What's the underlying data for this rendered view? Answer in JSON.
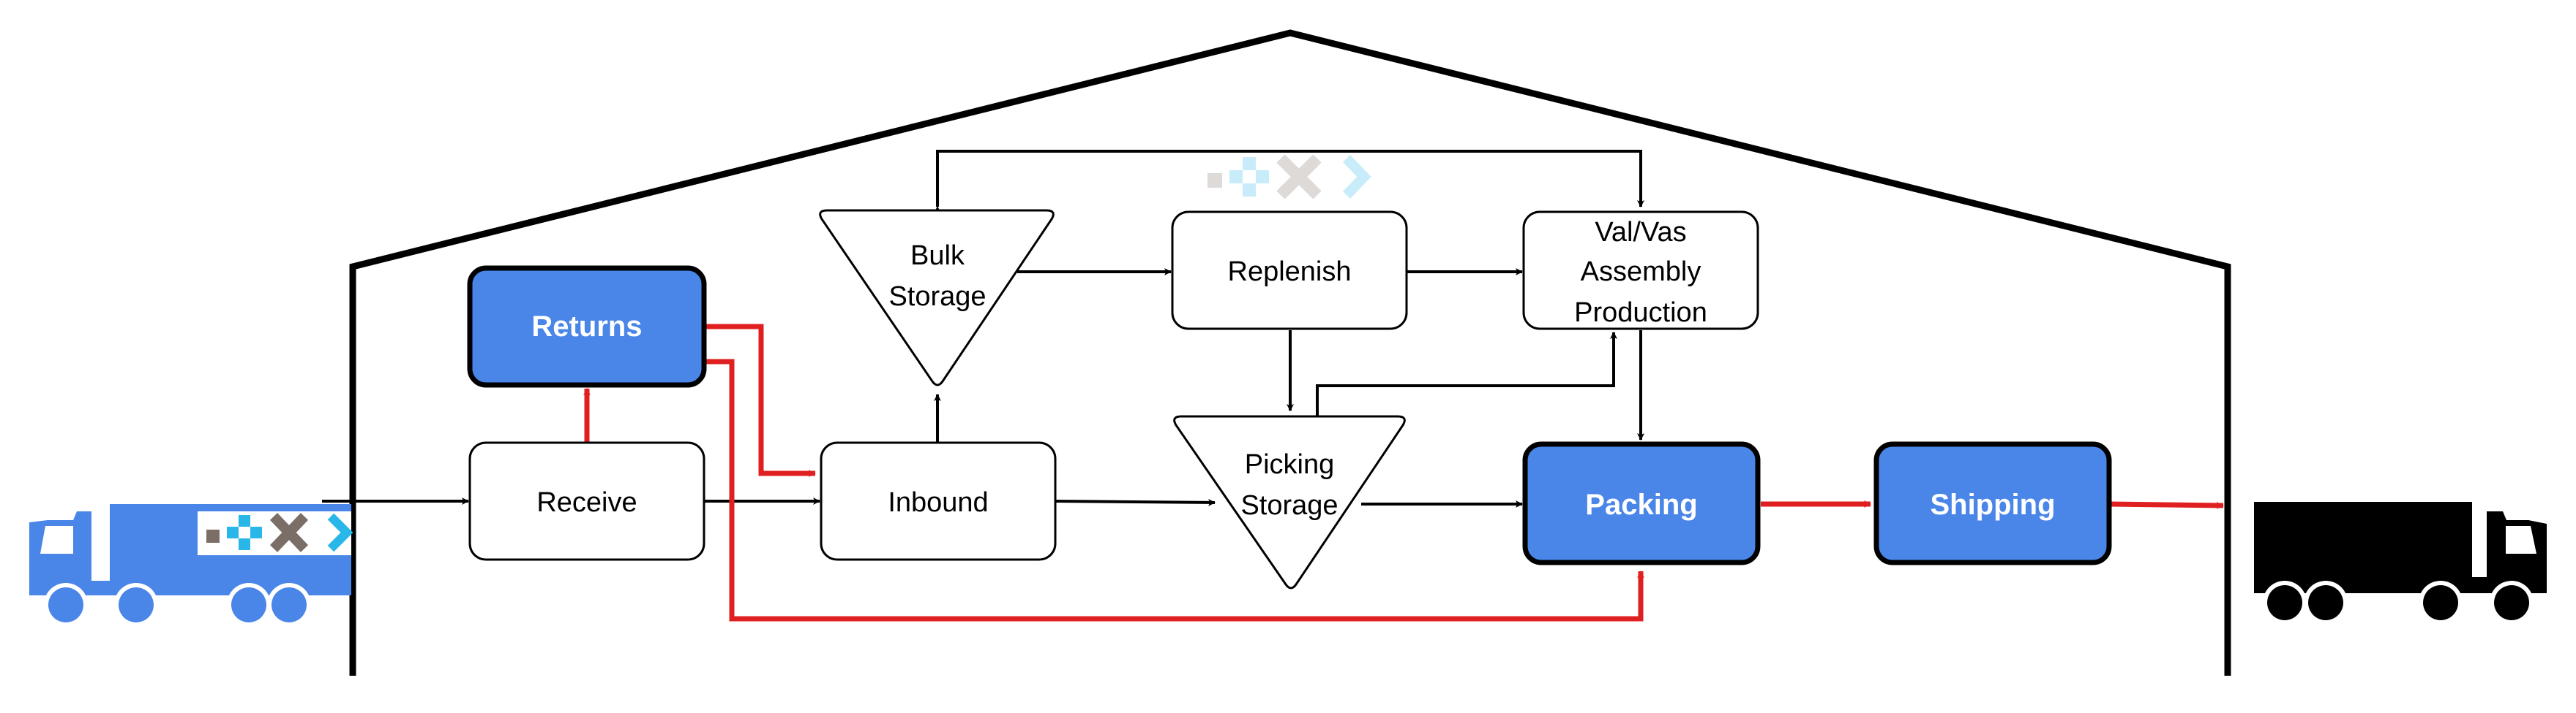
{
  "colors": {
    "accent_blue": "#4A86E8",
    "accent_red": "#E02020",
    "stroke": "#000000",
    "logo_cyan": "#29B6E8",
    "logo_gray": "#7A6E66"
  },
  "icons": {
    "inbound_truck": "truck-icon",
    "outbound_truck": "truck-icon",
    "brand_logo": "logo-icon"
  },
  "nodes": {
    "returns": "Returns",
    "receive": "Receive",
    "bulk_storage": [
      "Bulk",
      "Storage"
    ],
    "inbound": "Inbound",
    "replenish": "Replenish",
    "val_vas": [
      "Val/Vas",
      "Assembly",
      "Production"
    ],
    "picking_storage": [
      "Picking",
      "Storage"
    ],
    "packing": "Packing",
    "shipping": "Shipping"
  }
}
